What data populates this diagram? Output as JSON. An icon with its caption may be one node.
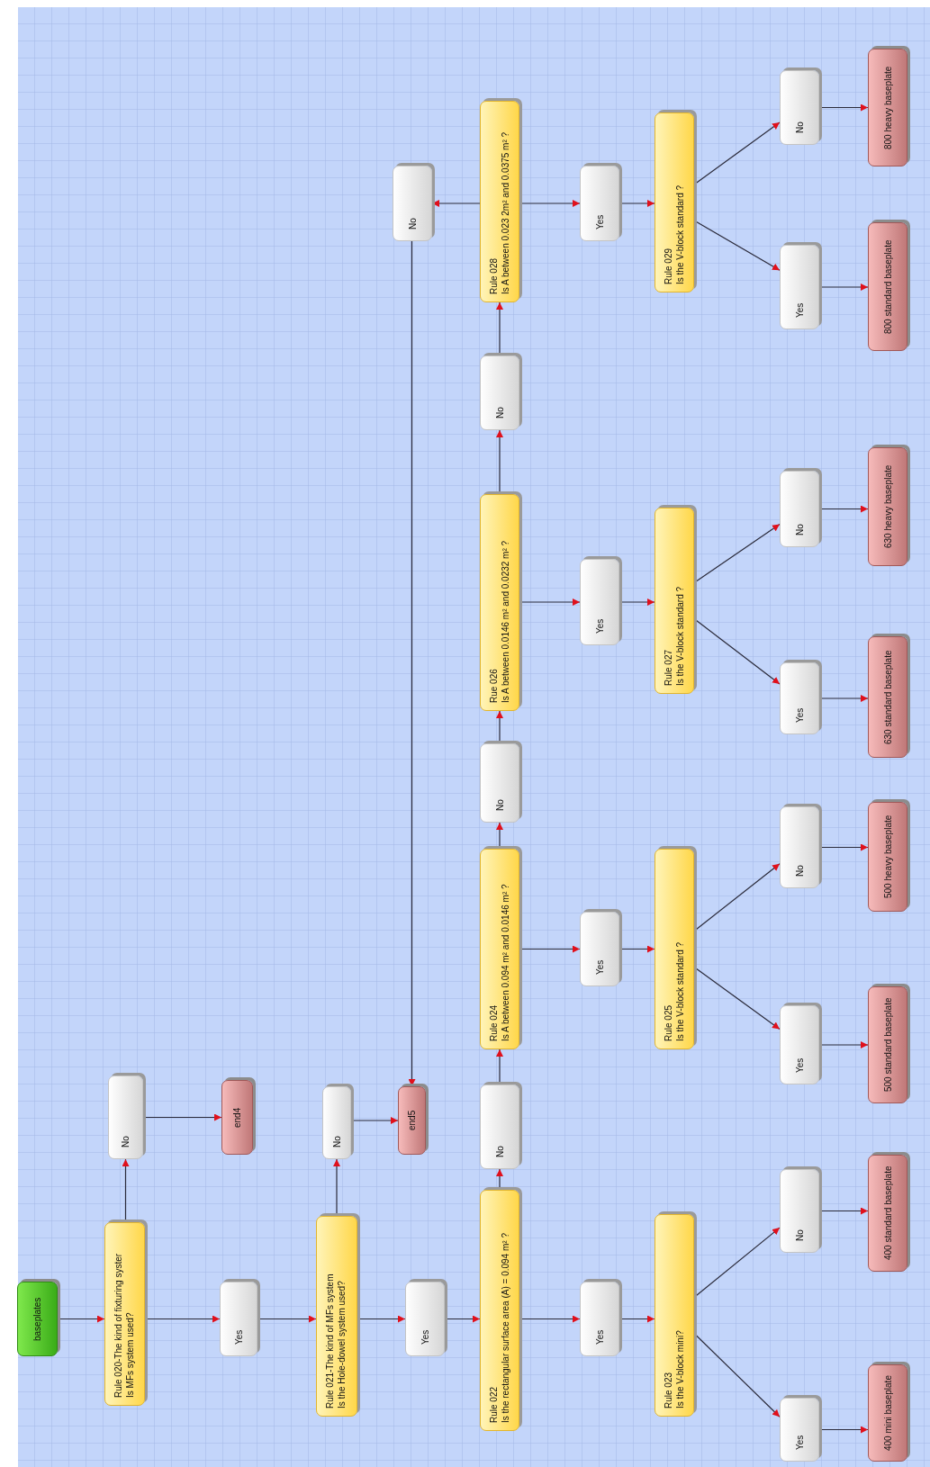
{
  "diagram": {
    "nodes": [
      {
        "text": [
          "baseplates"
        ]
      },
      {
        "text": [
          "Rule 020-The kind of fixturing syster",
          "Is MFs system used?"
        ]
      },
      {
        "text": [
          "No"
        ]
      },
      {
        "text": [
          "end4"
        ]
      },
      {
        "text": [
          "Yes"
        ]
      },
      {
        "text": [
          "Rule 021-The kind of MFs system",
          "Is the Hole-dowel system used?"
        ]
      },
      {
        "text": [
          "No"
        ]
      },
      {
        "text": [
          "end5"
        ]
      },
      {
        "text": [
          "Yes"
        ]
      },
      {
        "text": [
          "Rule 022",
          "Is the rectangular surface area (A) = 0.094 m² ?"
        ]
      },
      {
        "text": [
          "No"
        ]
      },
      {
        "text": [
          "Yes"
        ]
      },
      {
        "text": [
          "Rule 023",
          "Is the V-block mini?"
        ]
      },
      {
        "text": [
          "Yes"
        ]
      },
      {
        "text": [
          "No"
        ]
      },
      {
        "text": [
          "400 mini baseplate"
        ]
      },
      {
        "text": [
          "400 standard baseplate"
        ]
      },
      {
        "text": [
          "Rule 024",
          "Is A between 0.094 m² and 0.0146 m² ?"
        ]
      },
      {
        "text": [
          "Yes"
        ]
      },
      {
        "text": [
          "Rule 025",
          "Is the V-block standard ?"
        ]
      },
      {
        "text": [
          "Yes"
        ]
      },
      {
        "text": [
          "No"
        ]
      },
      {
        "text": [
          "500 standard baseplate"
        ]
      },
      {
        "text": [
          "500 heavy baseplate"
        ]
      },
      {
        "text": [
          "No"
        ]
      },
      {
        "text": [
          "Rue 026",
          "Is A between 0.0146 m² and 0.0232 m² ?"
        ]
      },
      {
        "text": [
          "Yes"
        ]
      },
      {
        "text": [
          "Rule 027",
          "Is the V-block standard ?"
        ]
      },
      {
        "text": [
          "Yes"
        ]
      },
      {
        "text": [
          "No"
        ]
      },
      {
        "text": [
          "630 standard baseplate"
        ]
      },
      {
        "text": [
          "630 heavy baseplate"
        ]
      },
      {
        "text": [
          "No"
        ]
      },
      {
        "text": [
          "Rule 028",
          "Is A between 0.023 2m² and 0.0375 m² ?"
        ]
      },
      {
        "text": [
          "No"
        ]
      },
      {
        "text": [
          "Yes"
        ]
      },
      {
        "text": [
          "Rule 029",
          "Is the V-block standard ?"
        ]
      },
      {
        "text": [
          "Yes"
        ]
      },
      {
        "text": [
          "No"
        ]
      },
      {
        "text": [
          "800 standard baseplate"
        ]
      },
      {
        "text": [
          "800 heavy baseplate"
        ]
      }
    ],
    "edges": [
      {
        "from": 0,
        "to": 1,
        "arrow": "to"
      },
      {
        "from": 1,
        "to": 2,
        "arrow": "to"
      },
      {
        "from": 2,
        "to": 3,
        "arrow": "to"
      },
      {
        "from": 1,
        "to": 4,
        "arrow": "to"
      },
      {
        "from": 4,
        "to": 5,
        "arrow": "to"
      },
      {
        "from": 5,
        "to": 6,
        "arrow": "to"
      },
      {
        "from": 6,
        "to": 7,
        "arrow": "to"
      },
      {
        "from": 5,
        "to": 8,
        "arrow": "to"
      },
      {
        "from": 8,
        "to": 9,
        "arrow": "to"
      },
      {
        "from": 9,
        "to": 10,
        "arrow": "to"
      },
      {
        "from": 10,
        "to": 17,
        "arrow": "to"
      },
      {
        "from": 9,
        "to": 11,
        "arrow": "to"
      },
      {
        "from": 11,
        "to": 12,
        "arrow": "to"
      },
      {
        "from": 12,
        "to": 13,
        "arrow": "to"
      },
      {
        "from": 12,
        "to": 14,
        "arrow": "to"
      },
      {
        "from": 13,
        "to": 15,
        "arrow": "to"
      },
      {
        "from": 14,
        "to": 16,
        "arrow": "to"
      },
      {
        "from": 17,
        "to": 18,
        "arrow": "to"
      },
      {
        "from": 18,
        "to": 19,
        "arrow": "to"
      },
      {
        "from": 19,
        "to": 20,
        "arrow": "to"
      },
      {
        "from": 19,
        "to": 21,
        "arrow": "to"
      },
      {
        "from": 20,
        "to": 22,
        "arrow": "to"
      },
      {
        "from": 21,
        "to": 23,
        "arrow": "to"
      },
      {
        "from": 17,
        "to": 24,
        "arrow": "to"
      },
      {
        "from": 24,
        "to": 25,
        "arrow": "to"
      },
      {
        "from": 25,
        "to": 26,
        "arrow": "to"
      },
      {
        "from": 26,
        "to": 27,
        "arrow": "to"
      },
      {
        "from": 27,
        "to": 28,
        "arrow": "to"
      },
      {
        "from": 27,
        "to": 29,
        "arrow": "to"
      },
      {
        "from": 28,
        "to": 30,
        "arrow": "to"
      },
      {
        "from": 29,
        "to": 31,
        "arrow": "to"
      },
      {
        "from": 25,
        "to": 32,
        "arrow": "to"
      },
      {
        "from": 32,
        "to": 33,
        "arrow": "to"
      },
      {
        "from": 33,
        "to": 34,
        "arrow": "to"
      },
      {
        "from": 34,
        "to": 7,
        "arrow": "to"
      },
      {
        "from": 33,
        "to": 35,
        "arrow": "to"
      },
      {
        "from": 35,
        "to": 36,
        "arrow": "to"
      },
      {
        "from": 36,
        "to": 37,
        "arrow": "to"
      },
      {
        "from": 36,
        "to": 38,
        "arrow": "to"
      },
      {
        "from": 37,
        "to": 39,
        "arrow": "to"
      },
      {
        "from": 38,
        "to": 40,
        "arrow": "to"
      }
    ]
  }
}
